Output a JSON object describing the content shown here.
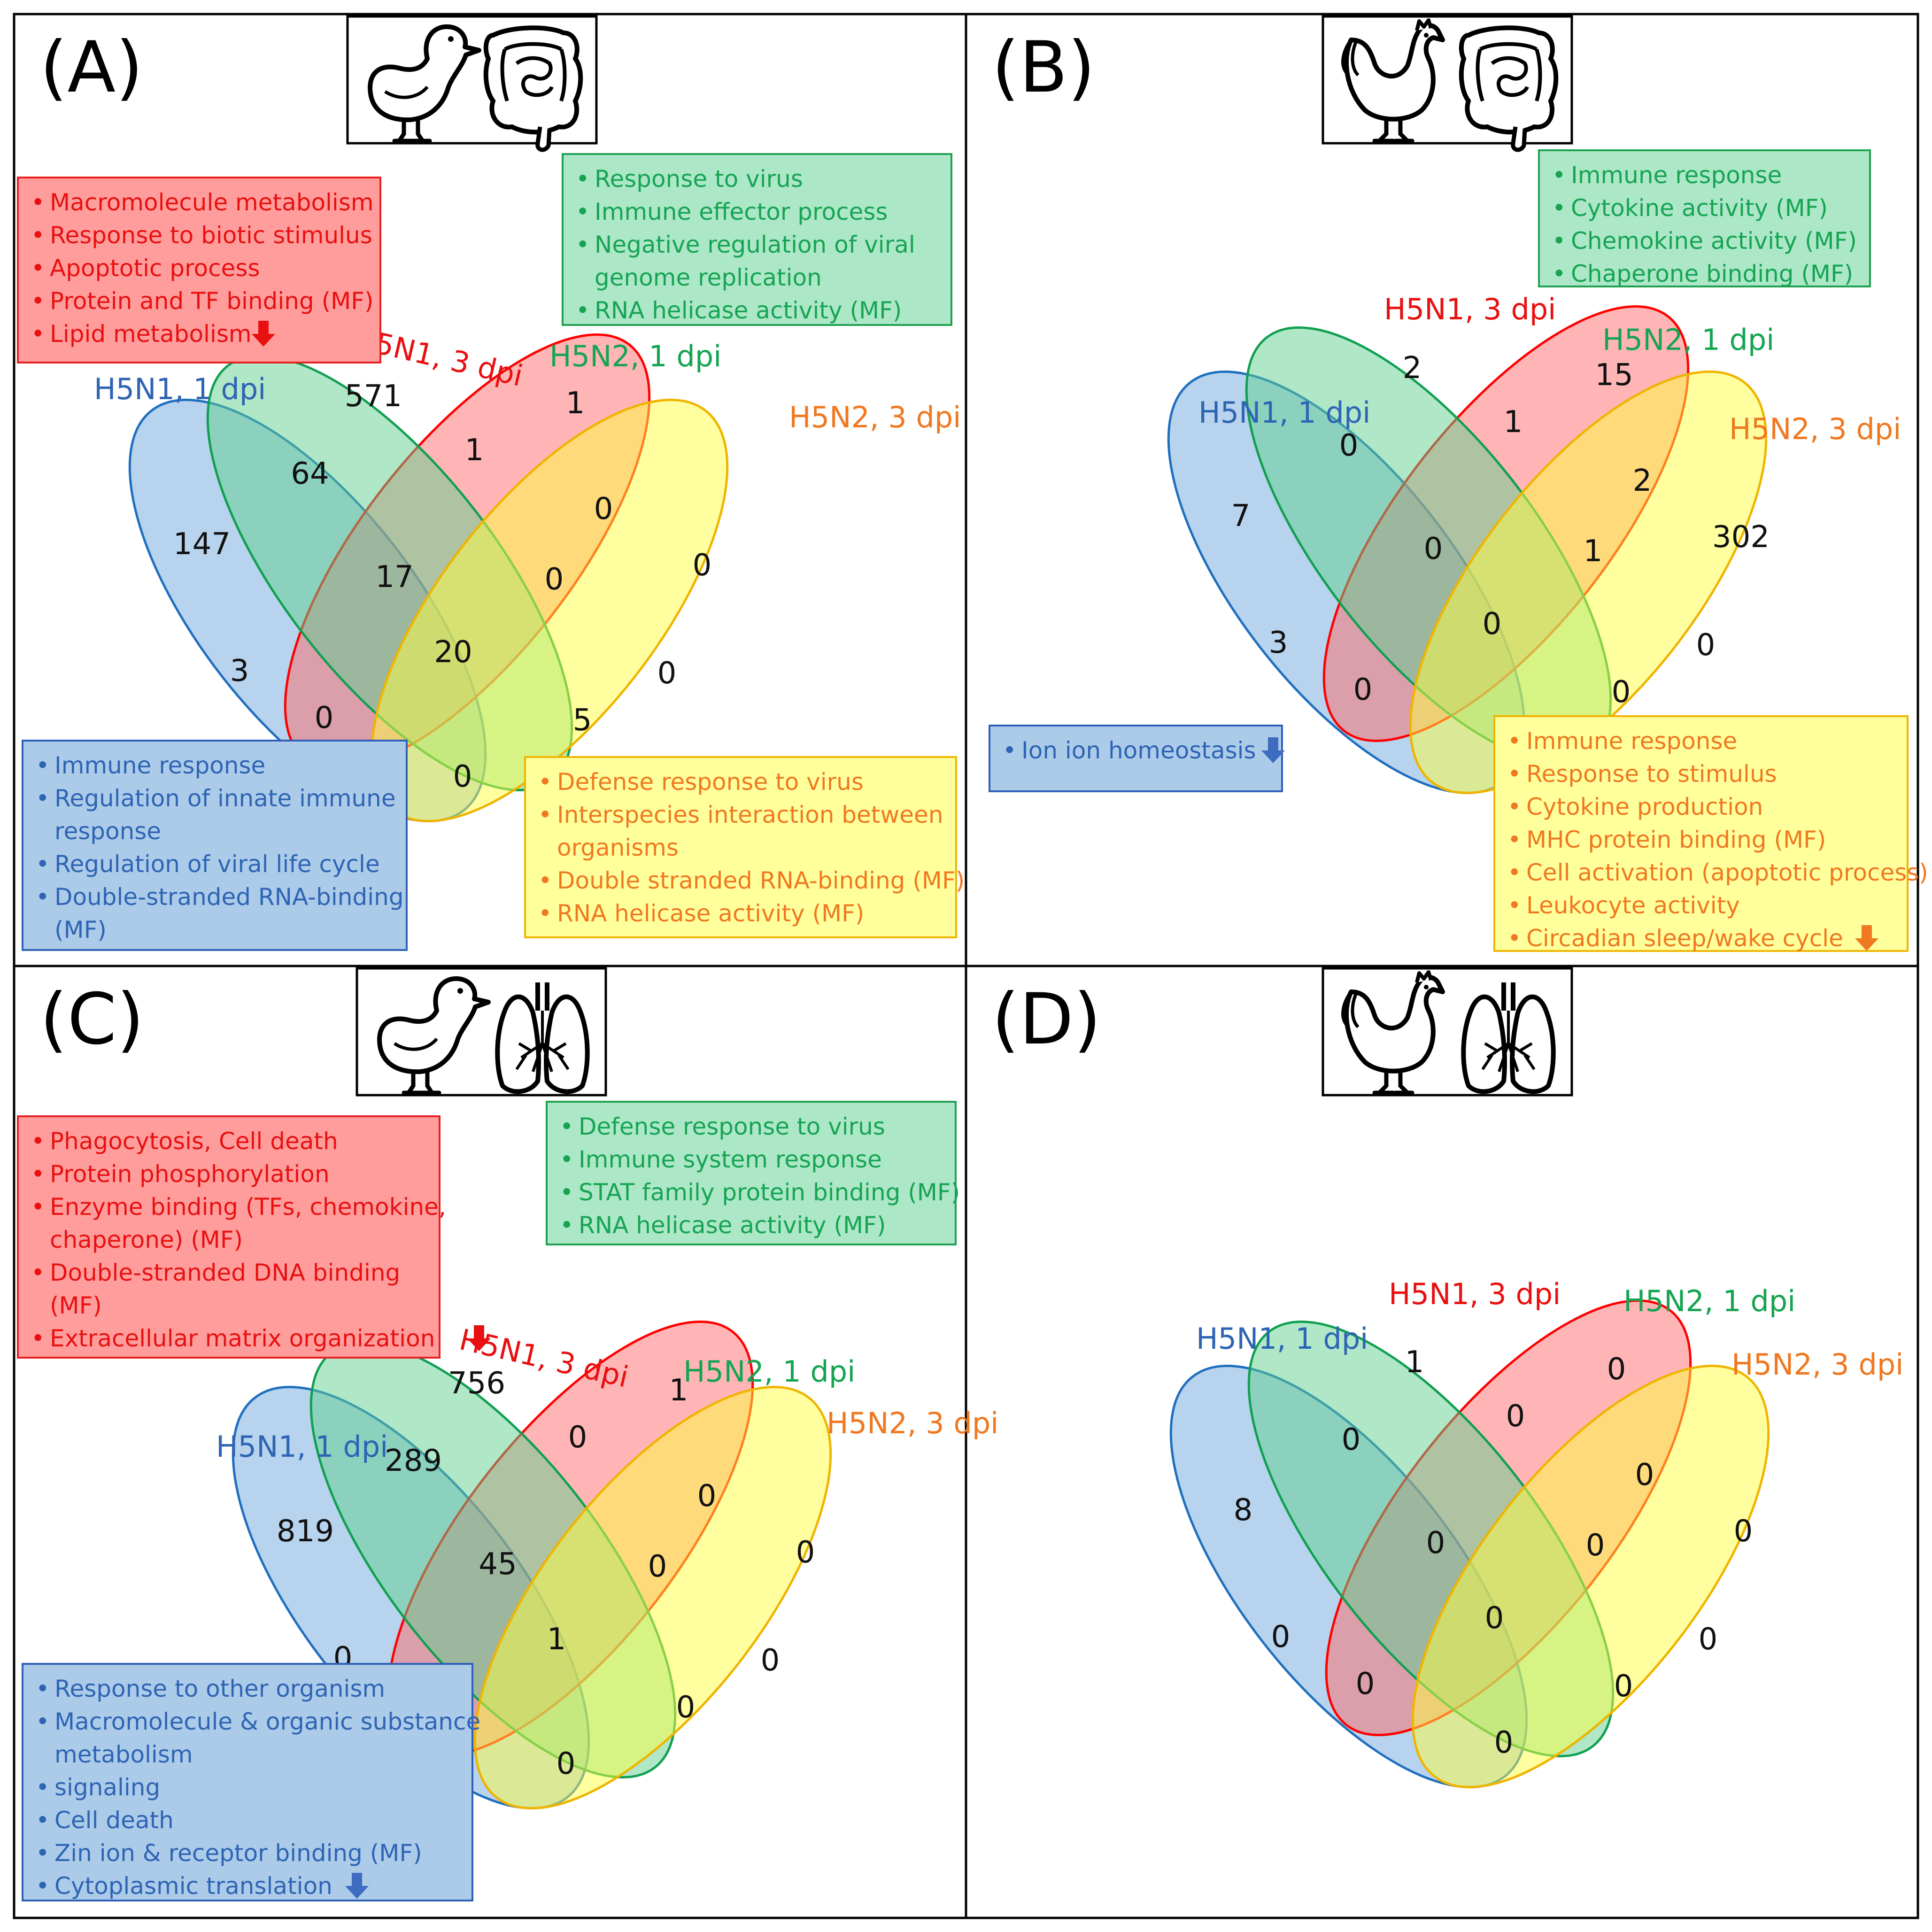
{
  "colors": {
    "h5n1_1dpi": "#1f6fbf",
    "h5n1_3dpi": "#ff0000",
    "h5n2_1dpi": "#10a050",
    "h5n2_3dpi": "#f0b400",
    "fill_h5n1_1dpi": "#6fa8dc",
    "fill_h5n1_3dpi": "#ff6b6b",
    "fill_h5n2_1dpi": "#5fd08f",
    "fill_h5n2_3dpi": "#ffff40",
    "text_blue": "#2e64b4",
    "text_red": "#e81010",
    "text_green": "#16a452",
    "text_orange": "#f07820"
  },
  "set_labels": {
    "h5n1_1dpi": "H5N1, 1 dpi",
    "h5n1_3dpi": "H5N1, 3 dpi",
    "h5n2_1dpi": "H5N2, 1 dpi",
    "h5n2_3dpi": "H5N2, 3 dpi"
  },
  "panels": [
    {
      "letter": "(A)",
      "icons": [
        "duck-icon",
        "intestine-icon"
      ],
      "counts": {
        "h5n1_1dpi_only": 147,
        "h5n1_3dpi_only": 571,
        "h5n2_1dpi_only": 1,
        "h5n2_3dpi_only": 0,
        "h5n1_1dpi_h5n1_3dpi": 64,
        "h5n1_3dpi_h5n2_1dpi": 1,
        "h5n2_1dpi_h5n2_3dpi": 0,
        "h5n1_1dpi_h5n2_1dpi": 3,
        "h5n1_3dpi_h5n2_3dpi": 0,
        "h5n1_1dpi_h5n2_3dpi": 0,
        "three_a": 17,
        "three_b": 0,
        "all_four": 20,
        "three_c": 0,
        "three_d": 5,
        "h5n1_1dpi_h5n2_1dpi_h5n2_3dpi": 0
      },
      "boxes": [
        {
          "color": "red",
          "items": [
            "Macromolecule metabolism",
            "Response to biotic stimulus",
            "Apoptotic process",
            "Protein and TF binding (MF)",
            "Lipid metabolism"
          ]
        },
        {
          "color": "green",
          "items": [
            "Response to virus",
            "Immune effector process",
            "Negative regulation of viral",
            "genome replication",
            "RNA helicase activity (MF)"
          ]
        },
        {
          "color": "blue",
          "items": [
            "Immune response",
            "Regulation of innate immune",
            "response",
            "Regulation of viral life cycle",
            "Double-stranded RNA-binding",
            "(MF)"
          ]
        },
        {
          "color": "yellow",
          "items": [
            "Defense response to virus",
            "Interspecies interaction between",
            "organisms",
            "Double stranded RNA-binding (MF)",
            "RNA helicase activity (MF)"
          ]
        }
      ]
    },
    {
      "letter": "(B)",
      "icons": [
        "chicken-icon",
        "intestine-icon"
      ],
      "counts": {
        "h5n1_1dpi_only": 7,
        "h5n1_3dpi_only": 2,
        "h5n2_1dpi_only": 15,
        "h5n2_3dpi_only": 302,
        "h5n1_1dpi_h5n1_3dpi": 0,
        "h5n1_3dpi_h5n2_1dpi": 1,
        "h5n2_1dpi_h5n2_3dpi": 2,
        "h5n1_1dpi_h5n2_1dpi": 3,
        "h5n1_3dpi_h5n2_3dpi": 0,
        "h5n1_1dpi_h5n2_3dpi": 1,
        "three_a": 0,
        "three_b": 1,
        "all_four": 0,
        "three_c": 0,
        "three_d": 0,
        "h5n1_1dpi_h5n2_1dpi_h5n2_3dpi": 0
      },
      "boxes": [
        {
          "color": "green",
          "items": [
            "Immune response",
            "Cytokine activity (MF)",
            "Chemokine activity (MF)",
            "Chaperone binding (MF)"
          ]
        },
        {
          "color": "blue",
          "items": [
            "Ion ion homeostasis"
          ]
        },
        {
          "color": "yellow",
          "items": [
            "Immune response",
            "Response to stimulus",
            "Cytokine production",
            "MHC protein binding (MF)",
            "Cell activation (apoptotic process)",
            "Leukocyte activity",
            "Circadian sleep/wake cycle"
          ]
        }
      ]
    },
    {
      "letter": "(C)",
      "icons": [
        "duck-icon",
        "lung-icon"
      ],
      "counts": {
        "h5n1_1dpi_only": 819,
        "h5n1_3dpi_only": 756,
        "h5n2_1dpi_only": 1,
        "h5n2_3dpi_only": 0,
        "h5n1_1dpi_h5n1_3dpi": 289,
        "h5n1_3dpi_h5n2_1dpi": 0,
        "h5n2_1dpi_h5n2_3dpi": 0,
        "h5n1_1dpi_h5n2_1dpi": 0,
        "h5n1_3dpi_h5n2_3dpi": 0,
        "h5n1_1dpi_h5n2_3dpi": 0,
        "three_a": 45,
        "three_b": 0,
        "all_four": 1,
        "three_c": 0,
        "three_d": 0,
        "h5n1_1dpi_h5n2_1dpi_h5n2_3dpi": 0
      },
      "boxes": [
        {
          "color": "red",
          "items": [
            "Phagocytosis, Cell death",
            "Protein phosphorylation",
            "Enzyme binding (TFs, chemokine,",
            "chaperone) (MF)",
            "Double-stranded DNA binding",
            "(MF)",
            "Extracellular matrix organization"
          ]
        },
        {
          "color": "green",
          "items": [
            "Defense response to virus",
            "Immune system response",
            "STAT family protein binding (MF)",
            "RNA helicase activity (MF)"
          ]
        },
        {
          "color": "blue",
          "items": [
            "Response to other organism",
            "Macromolecule & organic substance",
            "metabolism",
            "signaling",
            "Cell death",
            "Zin ion & receptor binding (MF)",
            "Cytoplasmic translation"
          ]
        }
      ]
    },
    {
      "letter": "(D)",
      "icons": [
        "chicken-icon",
        "lung-icon"
      ],
      "counts": {
        "h5n1_1dpi_only": 8,
        "h5n1_3dpi_only": 1,
        "h5n2_1dpi_only": 0,
        "h5n2_3dpi_only": 0,
        "h5n1_1dpi_h5n1_3dpi": 0,
        "h5n1_3dpi_h5n2_1dpi": 0,
        "h5n2_1dpi_h5n2_3dpi": 0,
        "h5n1_1dpi_h5n2_1dpi": 0,
        "h5n1_3dpi_h5n2_3dpi": 0,
        "h5n1_1dpi_h5n2_3dpi": 0,
        "three_a": 0,
        "three_b": 0,
        "all_four": 0,
        "three_c": 0,
        "three_d": 0,
        "h5n1_1dpi_h5n2_1dpi_h5n2_3dpi": 0
      },
      "boxes": []
    }
  ]
}
